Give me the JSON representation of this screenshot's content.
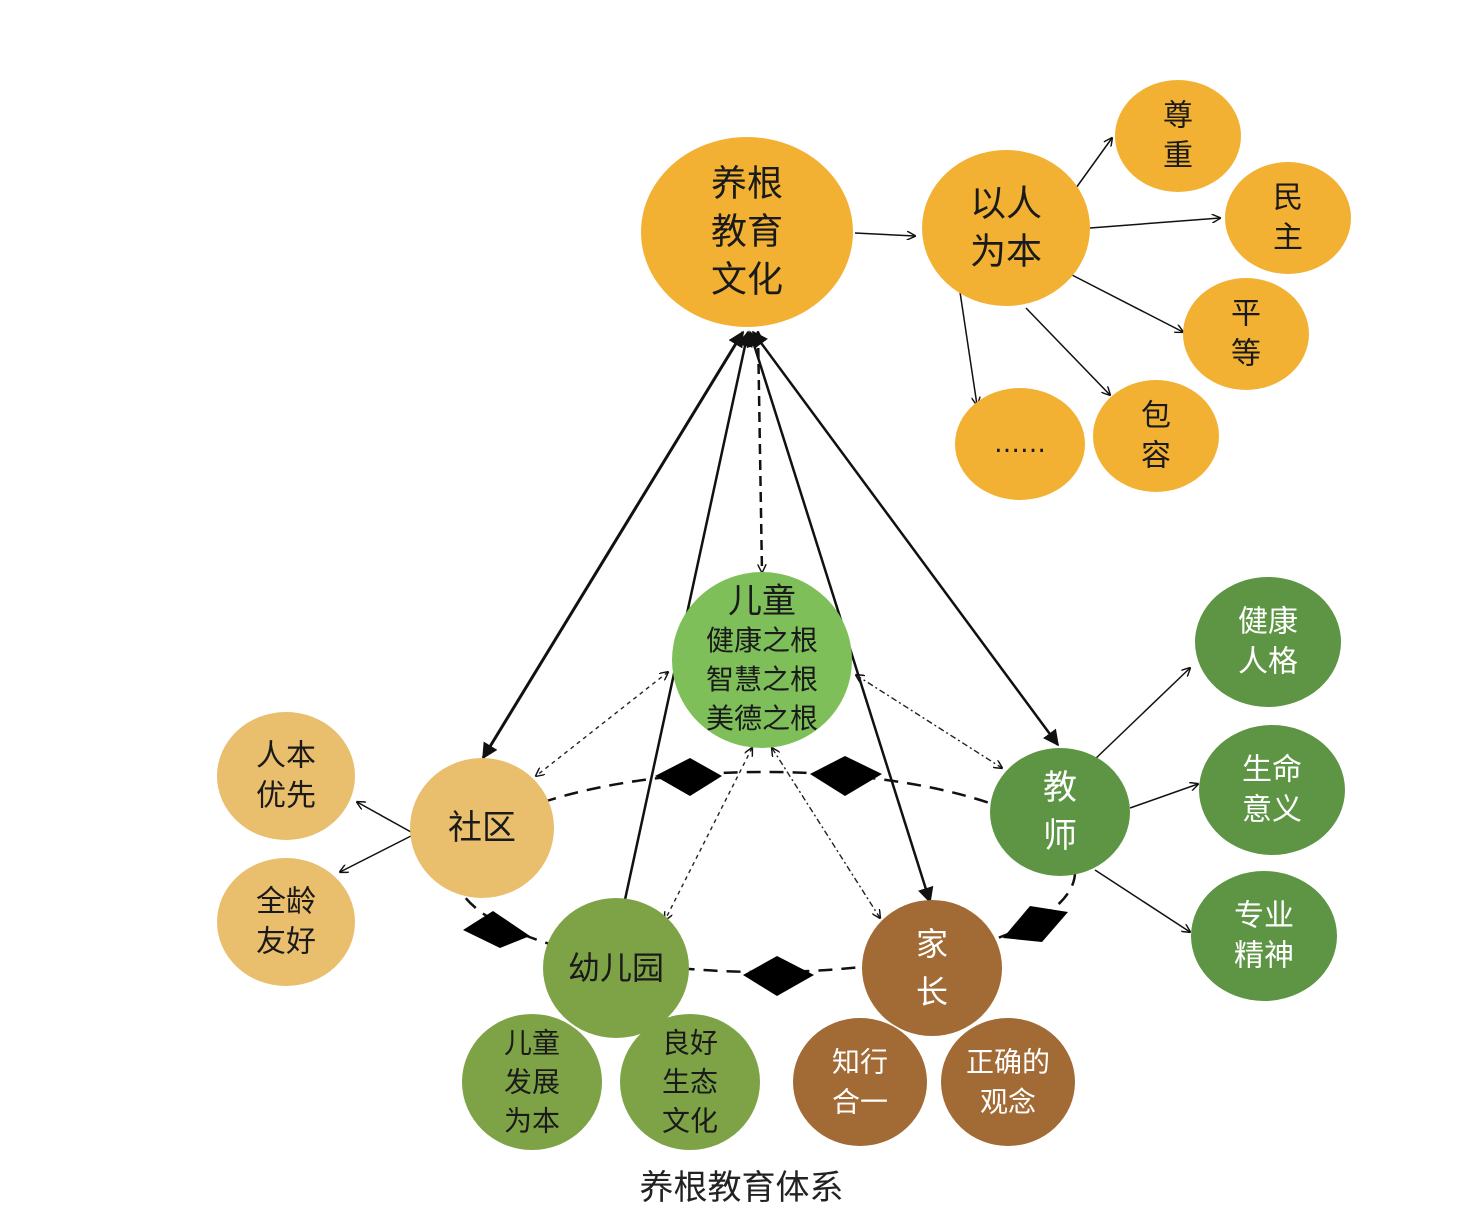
{
  "caption": "养根教育体系",
  "colors": {
    "orange": "#F2B133",
    "tan": "#E9BE6C",
    "light_green": "#7EBF5A",
    "green": "#5E9544",
    "olive": "#7EA346",
    "brown": "#A26A34",
    "line": "#111111"
  },
  "nodes": {
    "culture": {
      "lines": [
        "养根",
        "教育",
        "文化"
      ]
    },
    "people_first": {
      "lines": [
        "以人",
        "为本"
      ]
    },
    "respect": {
      "lines": [
        "尊",
        "重"
      ]
    },
    "democracy": {
      "lines": [
        "民",
        "主"
      ]
    },
    "equality": {
      "lines": [
        "平",
        "等"
      ]
    },
    "tolerance": {
      "lines": [
        "包",
        "容"
      ]
    },
    "etc": {
      "lines": [
        "……"
      ]
    },
    "child": {
      "lines": [
        "儿童",
        "健康之根",
        "智慧之根",
        "美德之根"
      ]
    },
    "community": {
      "lines": [
        "社区"
      ]
    },
    "people_priority": {
      "lines": [
        "人本",
        "优先"
      ]
    },
    "all_age": {
      "lines": [
        "全龄",
        "友好"
      ]
    },
    "teacher": {
      "lines": [
        "教",
        "师"
      ]
    },
    "healthy_personality": {
      "lines": [
        "健康",
        "人格"
      ]
    },
    "life_meaning": {
      "lines": [
        "生命",
        "意义"
      ]
    },
    "professional_spirit": {
      "lines": [
        "专业",
        "精神"
      ]
    },
    "kindergarten": {
      "lines": [
        "幼儿园"
      ]
    },
    "child_development": {
      "lines": [
        "儿童",
        "发展",
        "为本"
      ]
    },
    "ecology": {
      "lines": [
        "良好",
        "生态",
        "文化"
      ]
    },
    "parent": {
      "lines": [
        "家",
        "长"
      ]
    },
    "knowing_doing": {
      "lines": [
        "知行",
        "合一"
      ]
    },
    "right_concept": {
      "lines": [
        "正确的",
        "观念"
      ]
    }
  }
}
